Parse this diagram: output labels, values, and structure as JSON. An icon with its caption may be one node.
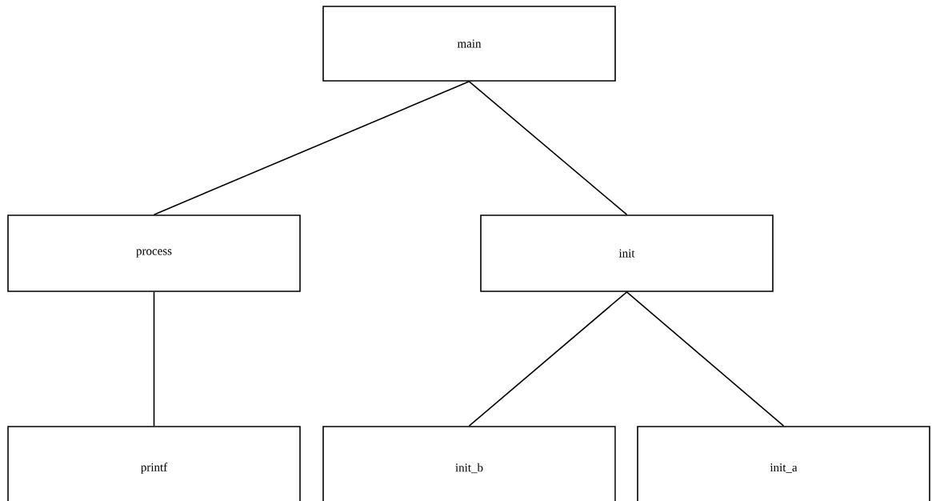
{
  "diagram": {
    "nodes": [
      {
        "text": [
          "main"
        ]
      },
      {
        "text": [
          "process"
        ]
      },
      {
        "text": [
          "init"
        ]
      },
      {
        "text": [
          "printf"
        ]
      },
      {
        "text": [
          "init_b"
        ]
      },
      {
        "text": [
          "init_a"
        ]
      }
    ],
    "edges": [
      {
        "from": 0,
        "to": 1,
        "arrow": "none"
      },
      {
        "from": 0,
        "to": 2,
        "arrow": "none"
      },
      {
        "from": 1,
        "to": 3,
        "arrow": "none"
      },
      {
        "from": 2,
        "to": 4,
        "arrow": "none"
      },
      {
        "from": 2,
        "to": 5,
        "arrow": "none"
      }
    ]
  }
}
